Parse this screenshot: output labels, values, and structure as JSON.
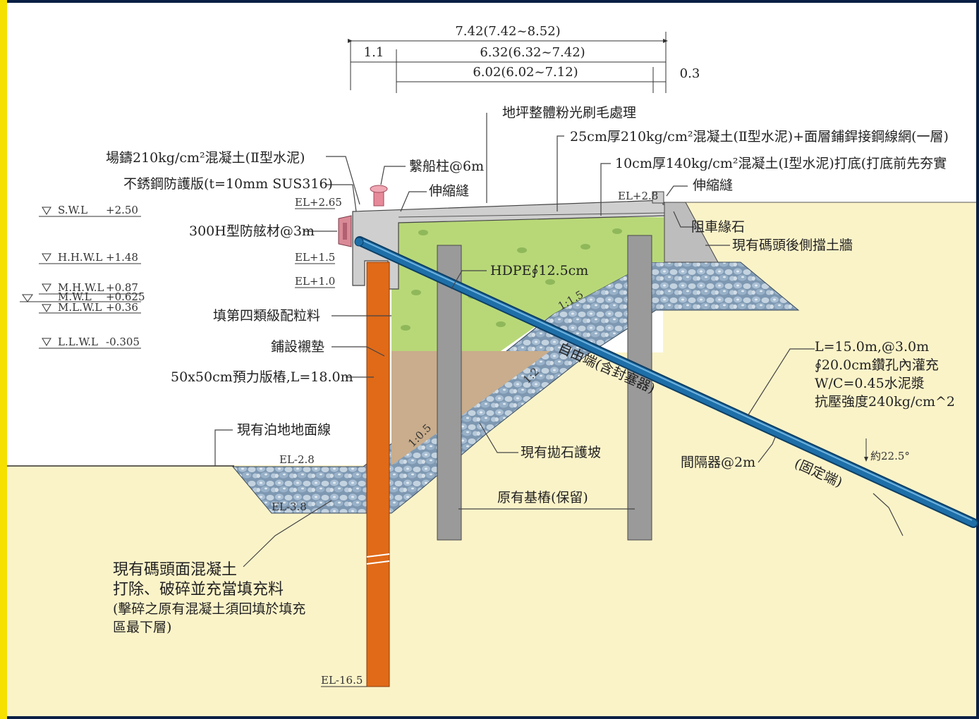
{
  "colors": {
    "frame_border": "#0a1f44",
    "left_strip": "#f5e000",
    "soil": "#fbf3c8",
    "fill_green": "#b8d878",
    "fill_tan": "#c9ad8c",
    "riprap": "#8fa8c0",
    "concrete": "#cfcfcf",
    "pile_orange": "#e06a18",
    "pile_grey": "#9a9a9a",
    "anchor_blue": "#1e6fa8",
    "bollard_pink": "#e68a9a",
    "fender_pink": "#d98a96"
  },
  "dimensions": {
    "overall": "7.42(7.42~8.52)",
    "left": "1.1",
    "middle": "6.32(6.32~7.42)",
    "inner": "6.02(6.02~7.12)",
    "right": "0.3"
  },
  "water_levels": [
    {
      "name": "S.W.L",
      "value": "+2.50"
    },
    {
      "name": "H.H.W.L",
      "value": "+1.48"
    },
    {
      "name": "M.H.W.L",
      "value": "+0.87"
    },
    {
      "name": "M.W.L",
      "value": "+0.625"
    },
    {
      "name": "M.L.W.L",
      "value": "+0.36"
    },
    {
      "name": "L.L.W.L",
      "value": "-0.305"
    }
  ],
  "elevations": {
    "el_265": "EL+2.65",
    "el_28": "EL+2.8",
    "el_15": "EL+1.5",
    "el_10": "EL+1.0",
    "el_m28": "EL-2.8",
    "el_m165": "EL-16.5"
  },
  "labels": {
    "cast_concrete": "場鑄210kg/cm²混凝土(Ⅱ型水泥)",
    "steel_plate": "不銹鋼防護版(t=10mm SUS316)",
    "bollard": "繫船柱@6m",
    "expansion_joint_left": "伸縮縫",
    "expansion_joint_right": "伸縮縫",
    "fender": "300H型防舷材@3m",
    "floor_finish": "地坪整體粉光刷毛處理",
    "slab_25": "25cm厚210kg/cm²混凝土(Ⅱ型水泥)+面層鋪銲接鋼線網(一層)",
    "slab_10": "10cm厚140kg/cm²混凝土(Ⅰ型水泥)打底(打底前先夯實",
    "curb": "阻車緣石",
    "retaining_wall": "現有碼頭後側擋土牆",
    "hdpe": "HDPE∮12.5cm",
    "fill_aggregate": "填第四類級配粒料",
    "geotextile": "鋪設襯墊",
    "prestressed_pile": "50x50cm預力版樁,L=18.0m",
    "existing_ground": "現有泊地地面線",
    "existing_riprap": "現有拋石護坡",
    "existing_piles": "原有基樁(保留)",
    "slope_15": "1:1.5",
    "slope_12": "1:2",
    "slope_05": "1:0.5",
    "free_end": "自由端(含封塞器)",
    "fixed_end": "(固定端)",
    "spacer": "間隔器@2m",
    "angle": "約22.5°",
    "el_m38": "EL-3.8",
    "anchor_spec": [
      "L=15.0m,@3.0m",
      "∮20.0cm鑽孔內灌充",
      "W/C=0.45水泥漿",
      "抗壓強度240kg/cm^2"
    ],
    "demolition_note": [
      "現有碼頭面混凝土",
      "打除、破碎並充當填充料",
      "(擊碎之原有混凝土須回填於填充",
      "區最下層)"
    ]
  }
}
